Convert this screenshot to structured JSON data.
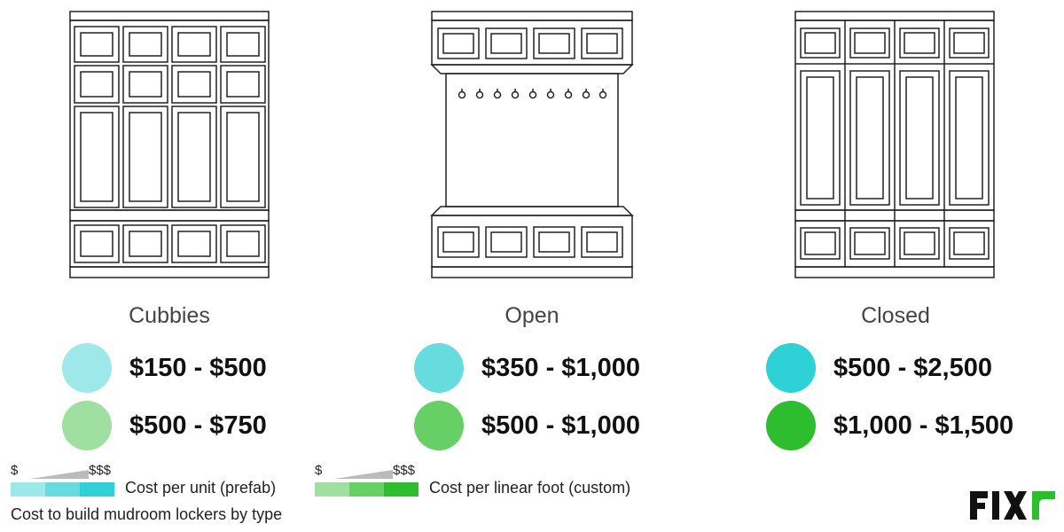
{
  "types": [
    {
      "name": "Cubbies",
      "unit_price": "$150 - $500",
      "linear_price": "$500 - $750"
    },
    {
      "name": "Open",
      "unit_price": "$350 - $1,000",
      "linear_price": "$500 - $1,000"
    },
    {
      "name": "Closed",
      "unit_price": "$500 - $2,500",
      "linear_price": "$1,000 - $1,500"
    }
  ],
  "colors": {
    "unit_scale": [
      "#9ee8ea",
      "#66dcdf",
      "#2ed1d5"
    ],
    "linear_scale": [
      "#9fdf9f",
      "#66cf66",
      "#2ebd2e"
    ],
    "line": "#222222"
  },
  "legend": {
    "unit": {
      "low": "$",
      "high": "$$$",
      "label": "Cost per unit (prefab)"
    },
    "linear": {
      "low": "$",
      "high": "$$$",
      "label": "Cost per linear foot (custom)"
    }
  },
  "caption": "Cost to build mudroom lockers by type",
  "logo": {
    "text": "FIXR"
  },
  "icons": [
    "cubbies-locker-icon",
    "open-locker-icon",
    "closed-locker-icon",
    "fixr-logo"
  ]
}
